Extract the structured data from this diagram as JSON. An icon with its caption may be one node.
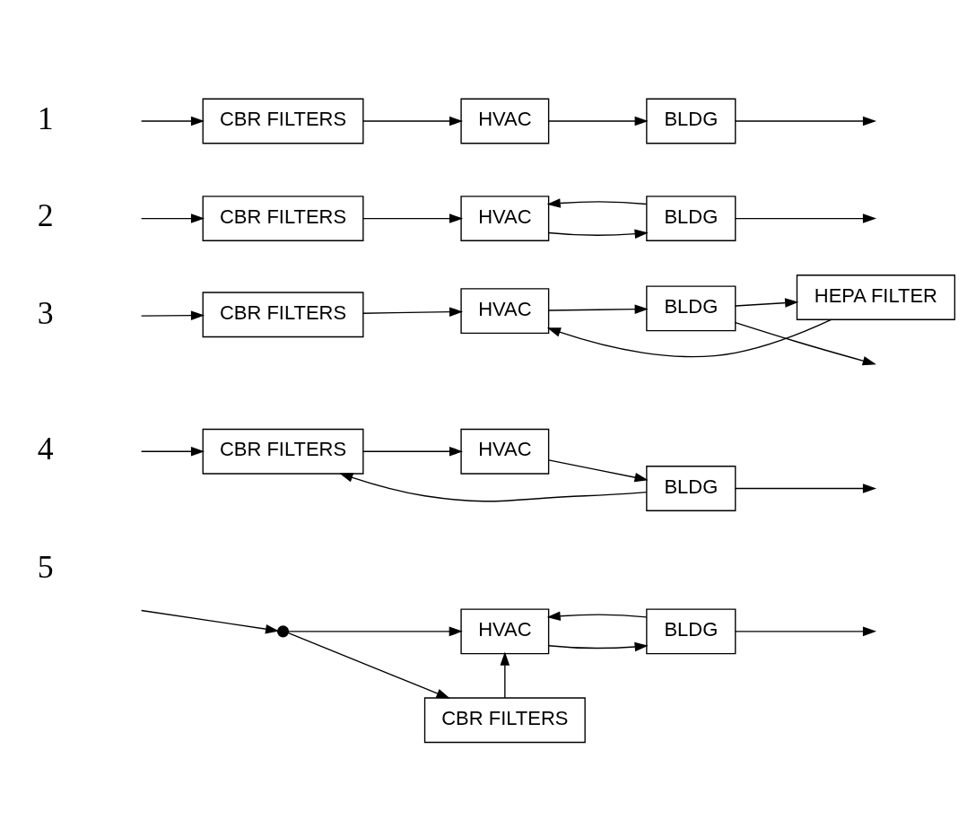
{
  "diagram": {
    "nodes": [
      {
        "text": [
          "CBR FILTERS"
        ]
      },
      {
        "text": [
          "HVAC"
        ]
      },
      {
        "text": [
          "BLDG"
        ]
      },
      {
        "text": [
          "CBR FILTERS"
        ]
      },
      {
        "text": [
          "HVAC"
        ]
      },
      {
        "text": [
          "BLDG"
        ]
      },
      {
        "text": [
          "CBR FILTERS"
        ]
      },
      {
        "text": [
          "HVAC"
        ]
      },
      {
        "text": [
          "BLDG"
        ]
      },
      {
        "text": [
          "HEPA FILTER"
        ]
      },
      {
        "text": [
          "CBR FILTERS"
        ]
      },
      {
        "text": [
          "HVAC"
        ]
      },
      {
        "text": [
          "BLDG"
        ]
      },
      {
        "text": [],
        "shape": "switch"
      },
      {
        "text": [
          "HVAC"
        ]
      },
      {
        "text": [
          "BLDG"
        ]
      },
      {
        "text": [
          "CBR FILTERS"
        ]
      }
    ],
    "edges": [
      {
        "from": null,
        "to": 0,
        "arrow": "to"
      },
      {
        "from": 0,
        "to": 1,
        "arrow": "to"
      },
      {
        "from": 1,
        "to": 2,
        "arrow": "to"
      },
      {
        "from": 2,
        "to": null,
        "arrow": "to"
      },
      {
        "from": null,
        "to": 3,
        "arrow": "to"
      },
      {
        "from": 3,
        "to": 4,
        "arrow": "to"
      },
      {
        "from": 4,
        "to": 5,
        "arrow": "to"
      },
      {
        "from": 5,
        "to": null,
        "arrow": "to"
      },
      {
        "from": 5,
        "to": 4,
        "arrow": "to"
      },
      {
        "from": null,
        "to": 6,
        "arrow": "to"
      },
      {
        "from": 6,
        "to": 7,
        "arrow": "to"
      },
      {
        "from": 7,
        "to": 8,
        "arrow": "to"
      },
      {
        "from": 8,
        "to": null,
        "arrow": "to"
      },
      {
        "from": 8,
        "to": 9,
        "arrow": "to"
      },
      {
        "from": 9,
        "to": 7,
        "arrow": "to"
      },
      {
        "from": null,
        "to": 10,
        "arrow": "to"
      },
      {
        "from": 10,
        "to": 11,
        "arrow": "to"
      },
      {
        "from": 11,
        "to": 12,
        "arrow": "to"
      },
      {
        "from": 12,
        "to": null,
        "arrow": "to"
      },
      {
        "from": 12,
        "to": 10,
        "arrow": "to"
      },
      {
        "from": null,
        "to": 13,
        "arrow": "to"
      },
      {
        "from": 13,
        "to": 14,
        "arrow": "to"
      },
      {
        "from": 13,
        "to": 16,
        "arrow": "to"
      },
      {
        "from": 16,
        "to": 14,
        "arrow": "to"
      },
      {
        "from": 14,
        "to": 15,
        "arrow": "to"
      },
      {
        "from": 15,
        "to": null,
        "arrow": "to"
      },
      {
        "from": 15,
        "to": 14,
        "arrow": "to"
      }
    ],
    "labels": [
      "1",
      "2",
      "3",
      "4",
      "5"
    ]
  }
}
